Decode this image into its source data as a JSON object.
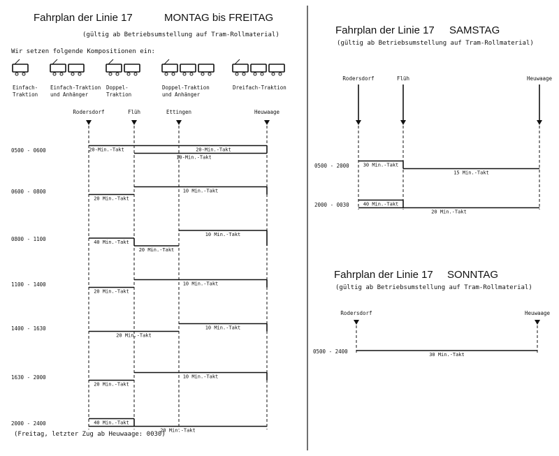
{
  "weekday": {
    "title": "Fahrplan der Linie 17",
    "title_days": "MONTAG bis FREITAG",
    "subtitle": "(gültig ab Betriebsumstellung auf Tram-Rollmaterial)",
    "intro": "Wir setzen folgende Kompositionen ein:",
    "compositions": [
      {
        "label": "Einfach-\nTraktion",
        "cars": 1
      },
      {
        "label": "Einfach-Traktion\nund Anhänger",
        "cars": 2
      },
      {
        "label": "Doppel-\nTraktion",
        "cars": 2
      },
      {
        "label": "Doppel-Traktion\nund Anhänger",
        "cars": 3
      },
      {
        "label": "Dreifach-Traktion",
        "cars": 3
      }
    ],
    "stations": [
      "Rodersdorf",
      "Flüh",
      "Ettingen",
      "Heuwaage"
    ],
    "rows": [
      {
        "time": "0500 - 0600",
        "lines": [
          {
            "from": 0,
            "to": 3,
            "labels": [
              {
                "text": "20-Min.-Takt",
                "pos": 0.1
              },
              {
                "text": "20-Min.-Takt",
                "pos": 0.7
              }
            ]
          },
          {
            "from": 1,
            "to": 3,
            "labels": [
              {
                "text": "10-Min.-Takt",
                "pos": 0.45
              }
            ]
          }
        ]
      },
      {
        "time": "0600 - 0800",
        "lines": [
          {
            "from": 1,
            "to": 3,
            "labels": [
              {
                "text": "10 Min.-Takt",
                "pos": 0.5
              }
            ]
          },
          {
            "from": 0,
            "to": 1,
            "labels": [
              {
                "text": "20 Min.-Takt",
                "pos": 0.5
              }
            ]
          }
        ]
      },
      {
        "time": "0800 - 1100",
        "lines": [
          {
            "from": 2,
            "to": 3,
            "labels": [
              {
                "text": "10 Min.-Takt",
                "pos": 0.5
              }
            ]
          },
          {
            "from": 0,
            "to": 1,
            "labels": [
              {
                "text": "40 Min.-Takt",
                "pos": 0.5
              }
            ]
          },
          {
            "from": 1,
            "to": 2,
            "labels": [
              {
                "text": "20 Min.-Takt",
                "pos": 0.5
              }
            ]
          }
        ]
      },
      {
        "time": "1100 - 1400",
        "lines": [
          {
            "from": 1,
            "to": 3,
            "labels": [
              {
                "text": "10 Min.-Takt",
                "pos": 0.5
              }
            ]
          },
          {
            "from": 0,
            "to": 1,
            "labels": [
              {
                "text": "20 Min.-Takt",
                "pos": 0.5
              }
            ]
          }
        ]
      },
      {
        "time": "1400 - 1630",
        "lines": [
          {
            "from": 2,
            "to": 3,
            "labels": [
              {
                "text": "10 Min.-Takt",
                "pos": 0.5
              }
            ]
          },
          {
            "from": 0,
            "to": 2,
            "labels": [
              {
                "text": "20 Min.-Takt",
                "pos": 0.5
              }
            ]
          }
        ]
      },
      {
        "time": "1630 - 2000",
        "lines": [
          {
            "from": 1,
            "to": 3,
            "labels": [
              {
                "text": "10 Min.-Takt",
                "pos": 0.5
              }
            ]
          },
          {
            "from": 0,
            "to": 1,
            "labels": [
              {
                "text": "20 Min.-Takt",
                "pos": 0.5
              }
            ]
          }
        ]
      },
      {
        "time": "2000 - 2400",
        "lines": [
          {
            "from": 0,
            "to": 1,
            "labels": [
              {
                "text": "40 Min.-Takt",
                "pos": 0.5
              }
            ]
          },
          {
            "from": 0,
            "to": 3,
            "labels": [
              {
                "text": "20 Min.-Takt",
                "pos": 0.5
              }
            ]
          }
        ]
      }
    ],
    "footnote": "(Freitag, letzter Zug ab Heuwaage: 0030)"
  },
  "saturday": {
    "title": "Fahrplan der Linie 17",
    "title_days": "SAMSTAG",
    "subtitle": "(gültig ab Betriebsumstellung auf Tram-Rollmaterial)",
    "stations": [
      "Rodersdorf",
      "Flüh",
      "Heuwaage"
    ],
    "rows": [
      {
        "time": "0500 - 2000",
        "lines": [
          {
            "from": 0,
            "to": 1,
            "labels": [
              {
                "text": "30 Min.-Takt",
                "pos": 0.5
              }
            ]
          },
          {
            "from": 1,
            "to": 2,
            "labels": [
              {
                "text": "15 Min.-Takt",
                "pos": 0.5
              }
            ]
          }
        ]
      },
      {
        "time": "2000 - 0030",
        "lines": [
          {
            "from": 0,
            "to": 1,
            "labels": [
              {
                "text": "40 Min.-Takt",
                "pos": 0.5
              }
            ]
          },
          {
            "from": 0,
            "to": 2,
            "labels": [
              {
                "text": "20 Min.-Takt",
                "pos": 0.5
              }
            ]
          }
        ]
      }
    ]
  },
  "sunday": {
    "title": "Fahrplan der Linie 17",
    "title_days": "SONNTAG",
    "subtitle": "(gültig ab Betriebsumstellung auf Tram-Rollmaterial)",
    "stations": [
      "Rodersdorf",
      "Heuwaage"
    ],
    "rows": [
      {
        "time": "0500 - 2400",
        "lines": [
          {
            "from": 0,
            "to": 1,
            "labels": [
              {
                "text": "30 Min.-Takt",
                "pos": 0.5
              }
            ]
          }
        ]
      }
    ]
  }
}
